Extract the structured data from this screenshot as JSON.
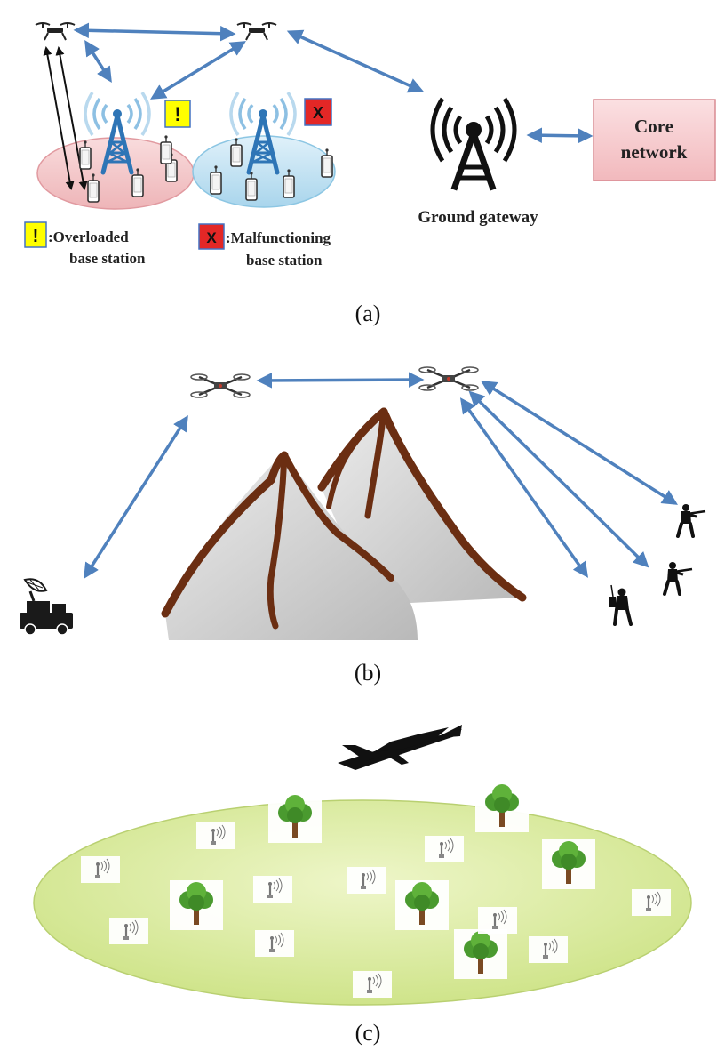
{
  "panel_a": {
    "core_network_line1": "Core",
    "core_network_line2": "network",
    "ground_gateway": "Ground gateway",
    "legend_overloaded_mark": "!",
    "legend_overloaded_line1": ":Overloaded",
    "legend_overloaded_line2": "base station",
    "legend_malfunction_mark": "X",
    "legend_malfunction_line1": ":Malfunctioning",
    "legend_malfunction_line2": "base station",
    "caption": "(a)"
  },
  "panel_b": {
    "caption": "(b)"
  },
  "panel_c": {
    "caption": "(c)"
  },
  "colors": {
    "link_arrow": "#4f81bd",
    "tower_blue": "#2e75b6",
    "cell_red": "#f4c7c9",
    "cell_blue": "#c5e4f3",
    "core_box": "#f8cfd2",
    "warn_yellow": "#ffff00",
    "fail_red": "#e32726",
    "mountain_brown": "#6b2e12",
    "field_green": "#dfeea8"
  },
  "icons": [
    "drone-icon",
    "cell-tower-icon",
    "smartphone-icon",
    "antenna-tower-icon",
    "radar-truck-icon",
    "soldier-icon",
    "fixed-wing-uav-icon",
    "tree-icon",
    "iot-sensor-icon"
  ]
}
